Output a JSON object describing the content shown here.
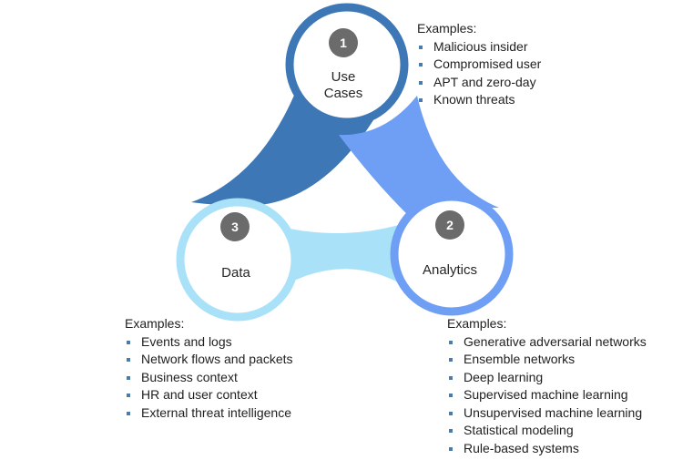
{
  "nodes": {
    "use_cases": {
      "number": "1",
      "label_lines": [
        "Use",
        "Cases"
      ]
    },
    "analytics": {
      "number": "2",
      "label": "Analytics"
    },
    "data": {
      "number": "3",
      "label": "Data"
    }
  },
  "colors": {
    "use_cases_ring": "#3d77b6",
    "analytics_ring": "#6f9ff5",
    "data_ring": "#a9e2f8",
    "badge": "#6b6b6b",
    "bullet": "#4a7ab0"
  },
  "examples": {
    "use_cases": {
      "heading": "Examples:",
      "items": [
        "Malicious insider",
        "Compromised user",
        "APT and zero-day",
        "Known threats"
      ]
    },
    "data": {
      "heading": "Examples:",
      "items": [
        "Events and logs",
        "Network flows and packets",
        "Business context",
        "HR and user context",
        "External threat intelligence"
      ]
    },
    "analytics": {
      "heading": "Examples:",
      "items": [
        "Generative adversarial networks",
        "Ensemble networks",
        "Deep learning",
        "Supervised machine learning",
        "Unsupervised machine learning",
        "Statistical modeling",
        "Rule-based systems"
      ]
    }
  }
}
